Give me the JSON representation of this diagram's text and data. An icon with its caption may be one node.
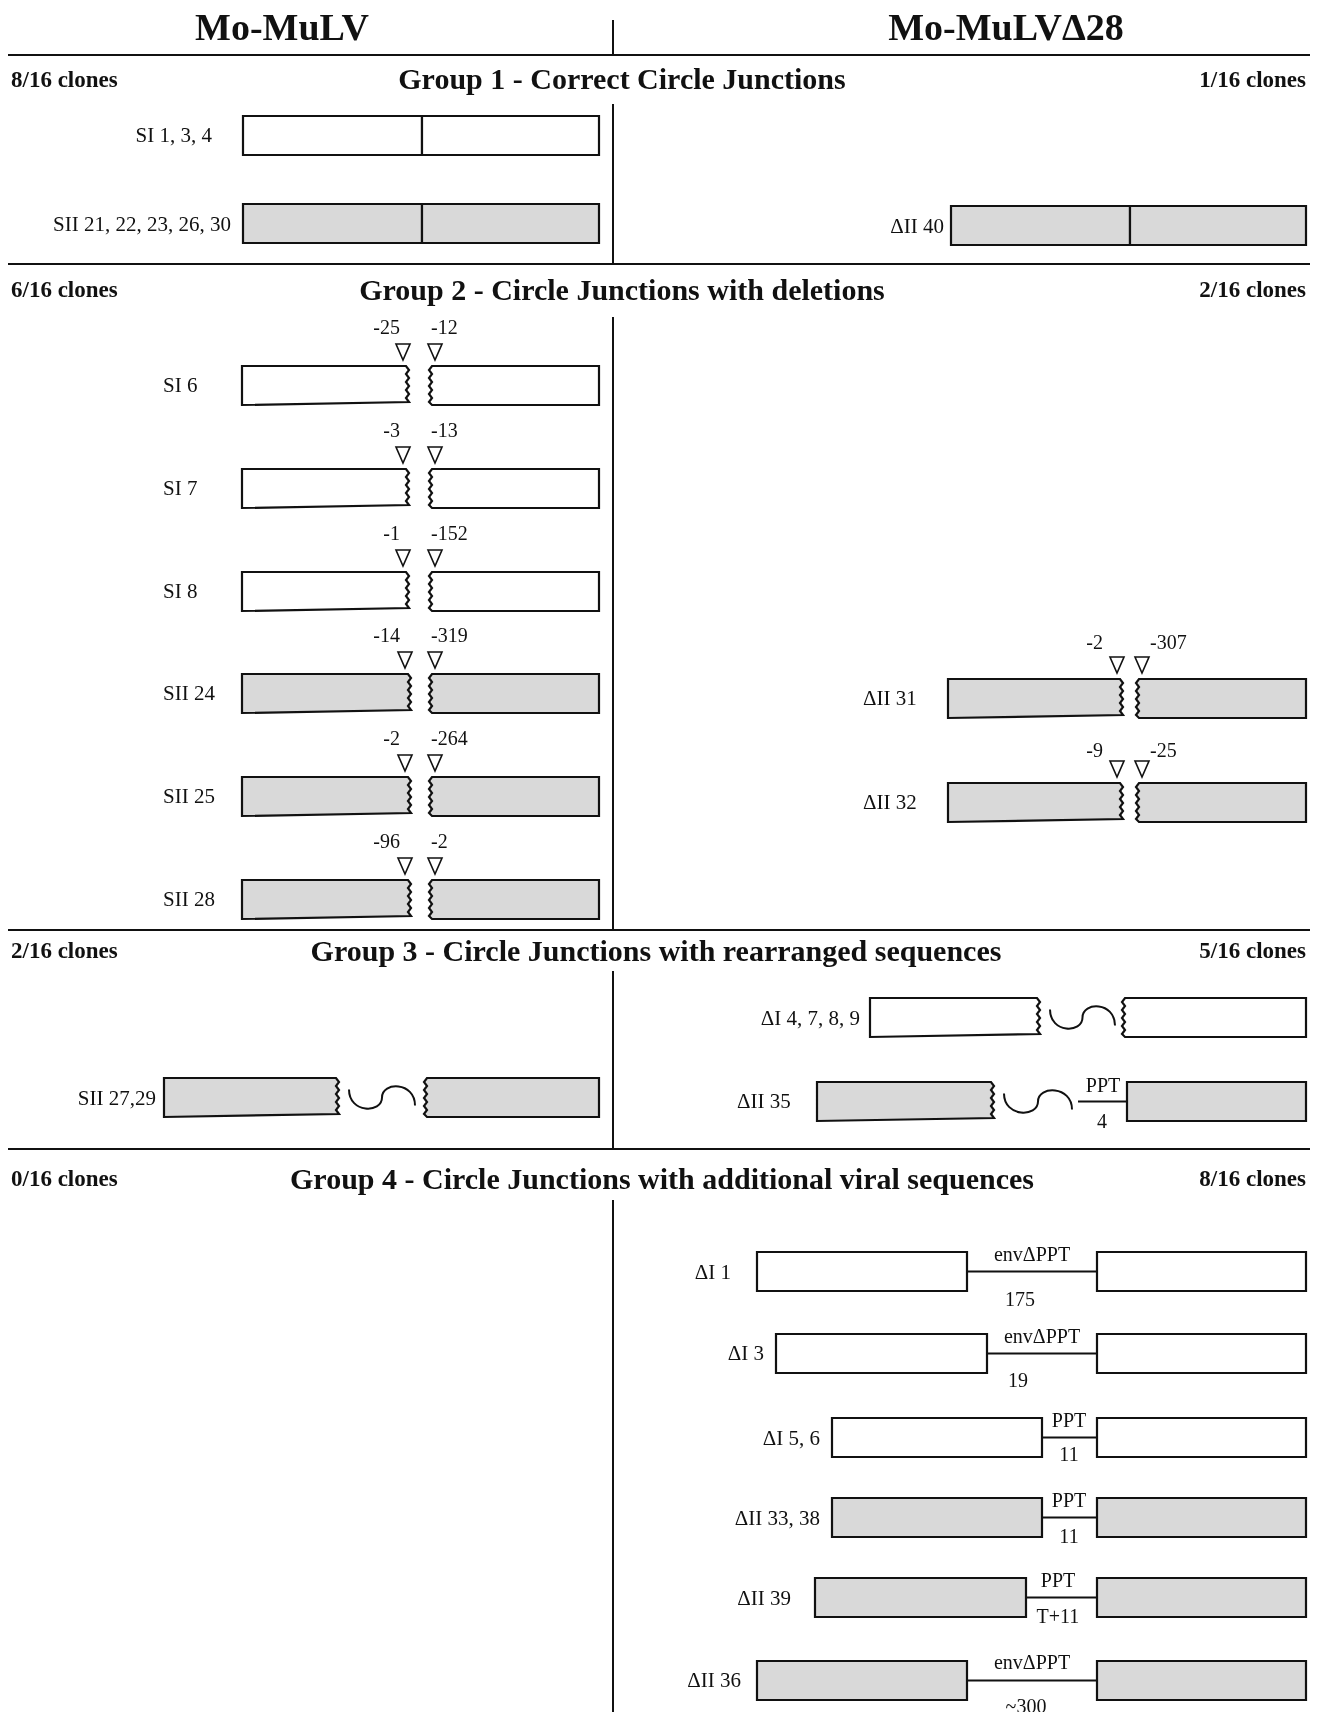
{
  "diagram": {
    "labels": [
      "Mo-MuLV",
      "Mo-MuLVΔ28",
      "8/16 clones",
      "Group 1 - Correct Circle Junctions",
      "1/16 clones",
      "SI 1, 3, 4",
      "SII 21, 22, 23, 26, 30",
      "ΔII 40",
      "6/16 clones",
      "Group 2 - Circle Junctions with deletions",
      "2/16 clones",
      "-25",
      "-12",
      "SI 6",
      "-3",
      "-13",
      "SI 7",
      "-1",
      "-152",
      "SI 8",
      "-14",
      "-319",
      "-2",
      "-307",
      "SII 24",
      "ΔII 31",
      "-2",
      "-264",
      "SII 25",
      "-9",
      "-25",
      "ΔII 32",
      "-96",
      "-2",
      "SII 28",
      "2/16 clones",
      "Group 3 - Circle Junctions with rearranged sequences",
      "5/16 clones",
      "ΔI 4, 7, 8, 9",
      "SII 27,29",
      "ΔII 35",
      "PPT",
      "4",
      "0/16 clones",
      "Group 4 - Circle Junctions with additional viral sequences",
      "8/16 clones",
      "ΔI 1",
      "envΔPPT",
      "175",
      "ΔI 3",
      "envΔPPT",
      "19",
      "ΔI 5, 6",
      "PPT",
      "11",
      "ΔII 33, 38",
      "PPT",
      "11",
      "ΔII 39",
      "PPT",
      "T+11",
      "ΔII 36",
      "envΔPPT",
      "~300"
    ]
  }
}
